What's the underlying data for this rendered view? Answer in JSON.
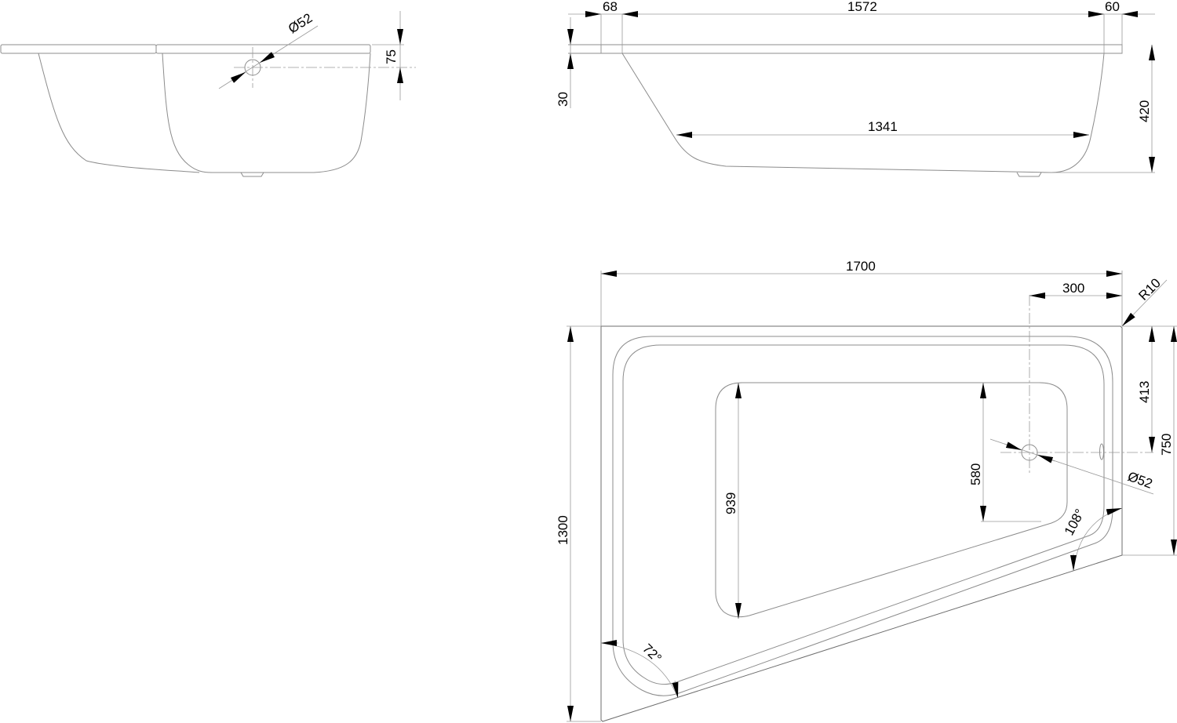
{
  "drawing": {
    "title": "Corner bathtub technical drawing",
    "views": {
      "side_view_short": {
        "labels": {
          "drain_diameter": "Ø52",
          "drain_height": "75"
        }
      },
      "side_view_long": {
        "labels": {
          "rim_left": "68",
          "top_length": "1572",
          "rim_right": "60",
          "rim_thickness": "30",
          "height": "420",
          "bottom_length": "1341"
        }
      },
      "plan_view": {
        "labels": {
          "total_length": "1700",
          "drain_offset_x": "300",
          "corner_radius": "R10",
          "total_width": "1300",
          "drain_offset_y": "413",
          "right_side_width": "750",
          "inner_depth": "939",
          "inner_right_depth": "580",
          "drain_diameter": "Ø52",
          "angle_obtuse": "108°",
          "angle_acute": "72°"
        }
      }
    }
  }
}
